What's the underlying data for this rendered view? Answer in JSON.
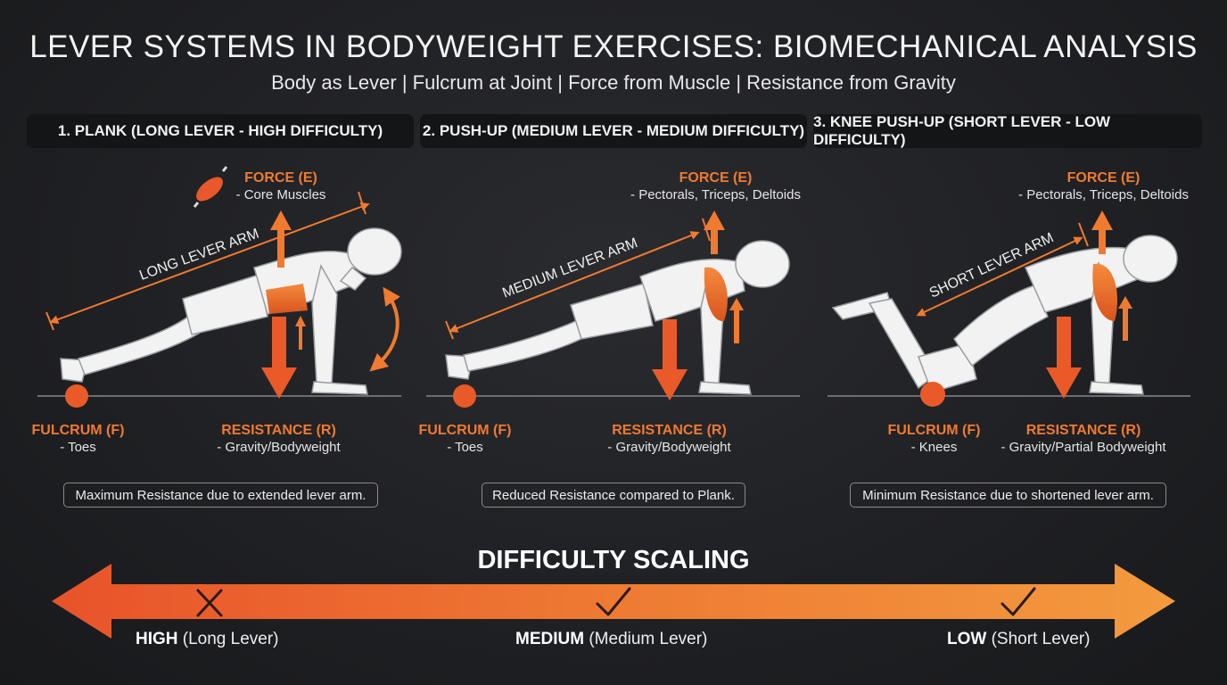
{
  "header": {
    "title": "LEVER SYSTEMS IN BODYWEIGHT EXERCISES: BIOMECHANICAL ANALYSIS",
    "subtitle": "Body as Lever | Fulcrum at Joint | Force from Muscle | Resistance from Gravity"
  },
  "colors": {
    "accent": "#f07a30",
    "accent_dark": "#e8582a",
    "background": "#1f2023",
    "panel": "#141517"
  },
  "panels": [
    {
      "heading": "1. PLANK (LONG LEVER - HIGH DIFFICULTY)",
      "lever_label": "LONG LEVER ARM",
      "force_title": "FORCE (E)",
      "force_detail": "- Core Muscles",
      "fulcrum_title": "FULCRUM (F)",
      "fulcrum_detail": "- Toes",
      "resistance_title": "RESISTANCE (R)",
      "resistance_detail": "- Gravity/Bodyweight",
      "note": "Maximum Resistance due to extended lever arm."
    },
    {
      "heading": "2. PUSH-UP (MEDIUM LEVER - MEDIUM DIFFICULTY)",
      "lever_label": "MEDIUM LEVER ARM",
      "force_title": "FORCE (E)",
      "force_detail": "- Pectorals, Triceps, Deltoids",
      "fulcrum_title": "FULCRUM (F)",
      "fulcrum_detail": "- Toes",
      "resistance_title": "RESISTANCE (R)",
      "resistance_detail": "- Gravity/Bodyweight",
      "note": "Reduced Resistance compared to Plank."
    },
    {
      "heading": "3. KNEE PUSH-UP (SHORT LEVER - LOW DIFFICULTY)",
      "lever_label": "SHORT LEVER ARM",
      "force_title": "FORCE (E)",
      "force_detail": "- Pectorals, Triceps, Deltoids",
      "fulcrum_title": "FULCRUM (F)",
      "fulcrum_detail": "- Knees",
      "resistance_title": "RESISTANCE (R)",
      "resistance_detail": "- Gravity/Partial Bodyweight",
      "note": "Minimum Resistance due to shortened lever arm."
    }
  ],
  "scale": {
    "title": "DIFFICULTY SCALING",
    "levels": [
      {
        "level": "HIGH",
        "desc": "(Long Lever)",
        "mark": "x-icon"
      },
      {
        "level": "MEDIUM",
        "desc": "(Medium Lever)",
        "mark": "check-icon"
      },
      {
        "level": "LOW",
        "desc": "(Short Lever)",
        "mark": "check-icon"
      }
    ]
  }
}
